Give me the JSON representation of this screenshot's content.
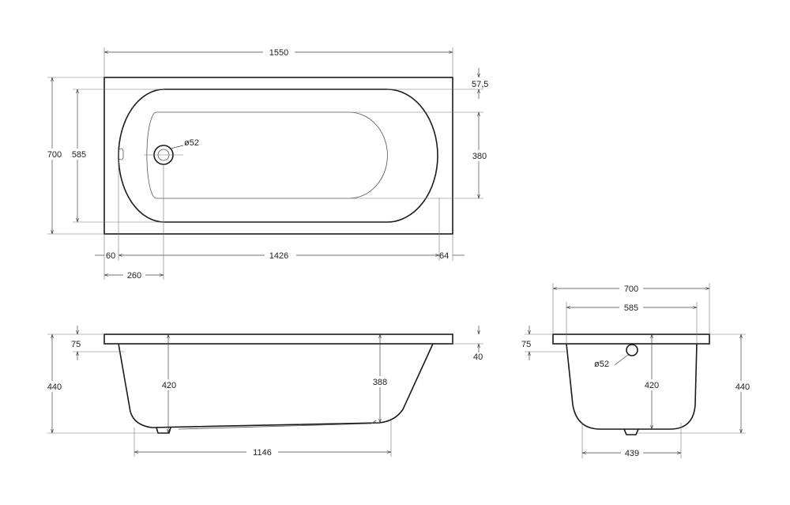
{
  "top_view": {
    "overall_length": "1550",
    "overall_width": "700",
    "inner_width": "585",
    "rim_offset": "57,5",
    "floor_width": "380",
    "drain_diameter": "ø52",
    "left_gap": "60",
    "inner_length": "1426",
    "right_gap": "64",
    "drain_offset": "260"
  },
  "side_view": {
    "rim_thickness": "75",
    "total_height": "440",
    "depth_at_drain": "420",
    "slope_height": "388",
    "right_rim": "40",
    "bottom_length": "1146"
  },
  "end_view": {
    "outer_width": "700",
    "inner_width": "585",
    "rim_thickness": "75",
    "drain_diameter": "ø52",
    "depth": "420",
    "total_height": "440",
    "bottom_width": "439"
  }
}
